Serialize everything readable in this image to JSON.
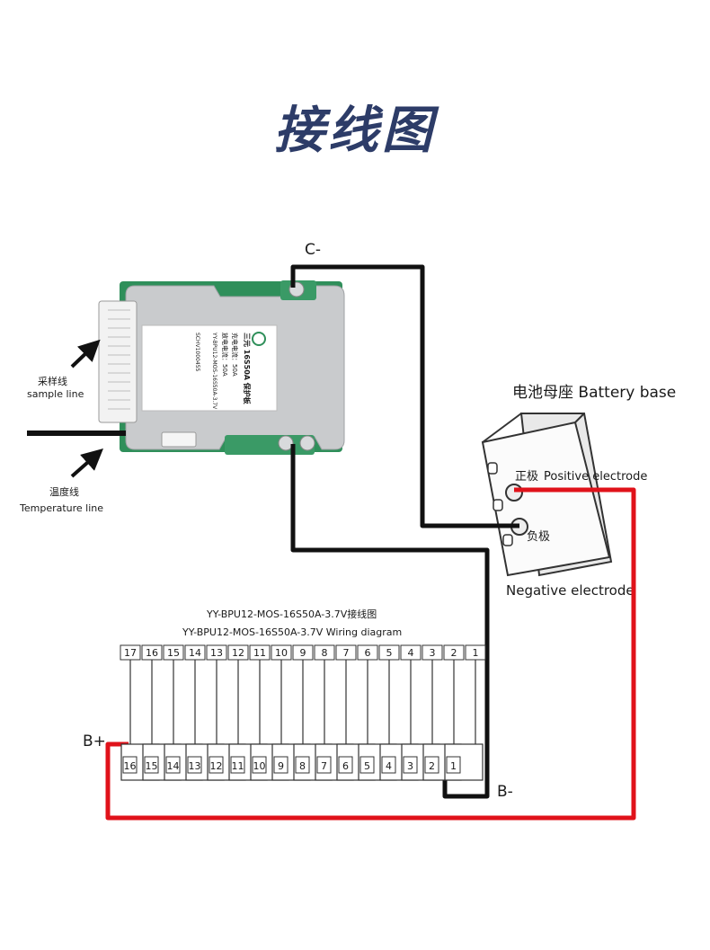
{
  "title": "接线图",
  "labels": {
    "c_minus": "C-",
    "b_minus": "B-",
    "b_plus": "B+",
    "sample_line_cn": "采样线",
    "sample_line_en": "sample line",
    "temperature_line_cn": "温度线",
    "temperature_line_en": "Temperature line",
    "battery_base": "电池母座 Battery base",
    "positive_cn": "正极",
    "positive_en": "Positive electrode",
    "negative_cn": "负极",
    "negative_en": "Negative electrode",
    "diagram_title_cn": "YY-BPU12-MOS-16S50A-3.7V接线图",
    "diagram_title_en": "YY-BPU12-MOS-16S50A-3.7V Wiring diagram"
  },
  "board": {
    "label_lines": [
      "三元 16S50A 保护板",
      "充电电流：50A",
      "放电电流：50A",
      "YY-BPU12-MOS-16S50A-3.7V",
      "SCHV1000455"
    ]
  },
  "connector_pins": [
    "17",
    "16",
    "15",
    "14",
    "13",
    "12",
    "11",
    "10",
    "9",
    "8",
    "7",
    "6",
    "5",
    "4",
    "3",
    "2",
    "1"
  ],
  "cells": [
    "16",
    "15",
    "14",
    "13",
    "12",
    "11",
    "10",
    "9",
    "8",
    "7",
    "6",
    "5",
    "4",
    "3",
    "2",
    "1"
  ],
  "colors": {
    "title": "#2d3c68",
    "negative_wire": "#111111",
    "positive_wire": "#e0121a",
    "board": "#c9cbcd",
    "pcb_green": "#2f8f5a"
  }
}
